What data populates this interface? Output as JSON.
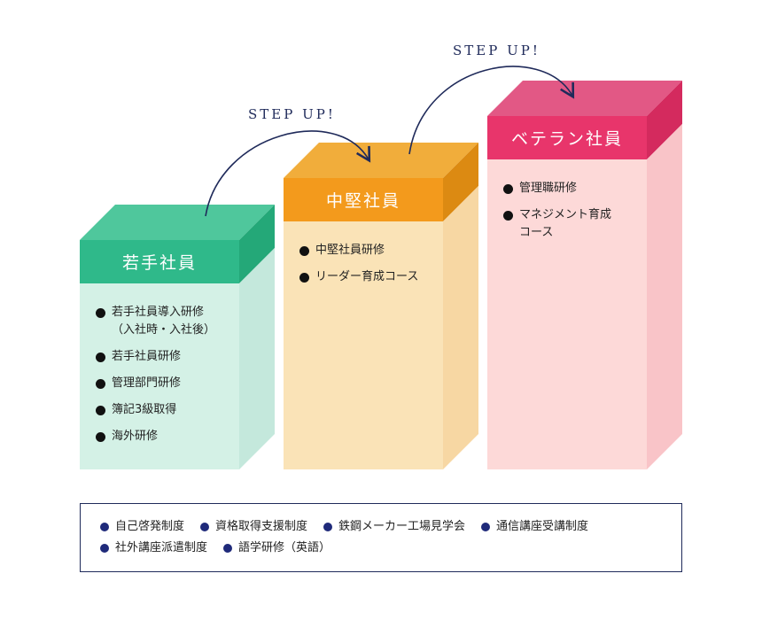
{
  "colors": {
    "navy": "#1f2a5a",
    "junior": {
      "head": "#2fb98a",
      "top": "#4fc79c",
      "side": "#c4e8dc",
      "front": "#d4f1e6"
    },
    "mid": {
      "head": "#f39a1c",
      "top": "#f1ad3b",
      "side": "#f7d7a3",
      "front": "#fae3b7"
    },
    "veteran": {
      "head": "#e8356b",
      "top": "#e25885",
      "side": "#f9c4c8",
      "front": "#fdd9d8"
    }
  },
  "step_ups": [
    {
      "label": "STEP UP!"
    },
    {
      "label": "STEP UP!"
    }
  ],
  "blocks": [
    {
      "id": "junior",
      "title": "若手社員",
      "items": [
        {
          "line1": "若手社員導入研修",
          "line2": "（入社時・入社後）"
        },
        {
          "line1": "若手社員研修"
        },
        {
          "line1": "管理部門研修"
        },
        {
          "line1": "簿記3級取得"
        },
        {
          "line1": "海外研修"
        }
      ]
    },
    {
      "id": "mid",
      "title": "中堅社員",
      "items": [
        {
          "line1": "中堅社員研修"
        },
        {
          "line1": "リーダー育成コース"
        }
      ]
    },
    {
      "id": "veteran",
      "title": "ベテラン社員",
      "items": [
        {
          "line1": "管理職研修"
        },
        {
          "line1": "マネジメント育成",
          "line2": "コース"
        }
      ]
    }
  ],
  "systems": [
    "自己啓発制度",
    "資格取得支援制度",
    "鉄鋼メーカー工場見学会",
    "通信講座受講制度",
    "社外講座派遣制度",
    "語学研修（英語）"
  ]
}
